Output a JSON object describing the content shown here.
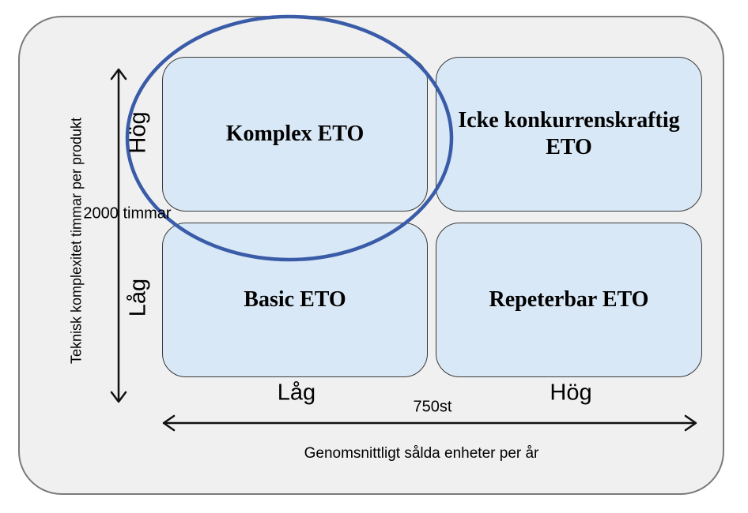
{
  "colors": {
    "canvas_bg": "#ffffff",
    "panel_bg": "#f0f0f0",
    "panel_border": "#7a7a7a",
    "quadrant_fill": "#d9e8f6",
    "quadrant_border": "#3a3a3a",
    "ellipse_stroke": "#3a5ca8",
    "arrow_stroke": "#111111",
    "text_color": "#000000"
  },
  "quadrants": {
    "top_left": {
      "label": "Komplex ETO",
      "highlighted": true
    },
    "top_right": {
      "label": "Icke konkurrenskraftig ETO",
      "highlighted": false
    },
    "bottom_left": {
      "label": "Basic ETO",
      "highlighted": false
    },
    "bottom_right": {
      "label": "Repeterbar ETO",
      "highlighted": false
    }
  },
  "y_axis": {
    "title": "Teknisk komplexitet timmar per produkt",
    "high_label": "Hög",
    "low_label": "Låg",
    "threshold_label": "2000 timmar"
  },
  "x_axis": {
    "title": "Genomsnittligt sålda enheter per år",
    "low_label": "Låg",
    "high_label": "Hög",
    "threshold_label": "750st"
  },
  "highlight": {
    "shape": "ellipse",
    "target_quadrant": "Komplex ETO"
  }
}
